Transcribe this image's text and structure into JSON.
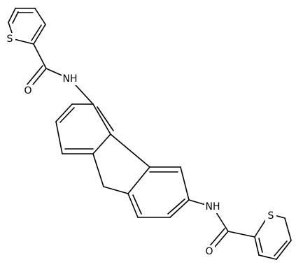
{
  "molecule": {
    "labels": {
      "s1": "S",
      "o1": "O",
      "n1": "NH",
      "n2": "NH",
      "o2": "O",
      "s2": "S"
    },
    "colors": {
      "bond": "#000000",
      "label": "#000000",
      "background": "#ffffff"
    }
  }
}
